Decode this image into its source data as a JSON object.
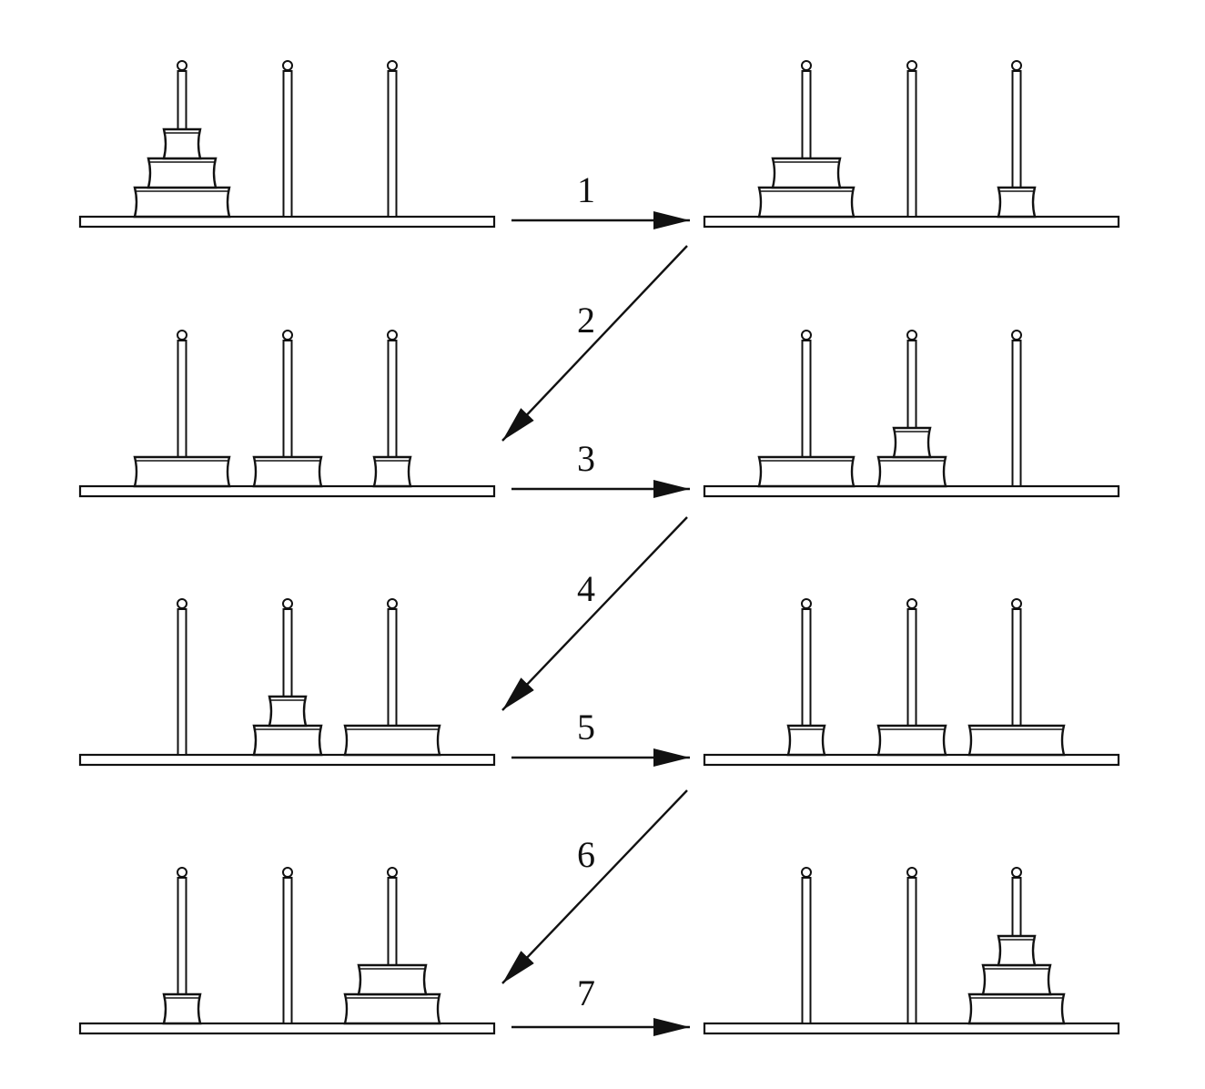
{
  "colors": {
    "ink": "#111111",
    "paper": "#ffffff"
  },
  "step_labels": [
    "1",
    "2",
    "3",
    "4",
    "5",
    "6",
    "7"
  ],
  "states": [
    {
      "pegs": [
        [
          "large",
          "medium",
          "small"
        ],
        [],
        []
      ]
    },
    {
      "pegs": [
        [
          "large",
          "medium"
        ],
        [],
        [
          "small"
        ]
      ]
    },
    {
      "pegs": [
        [
          "large"
        ],
        [
          "medium"
        ],
        [
          "small"
        ]
      ]
    },
    {
      "pegs": [
        [
          "large"
        ],
        [
          "medium",
          "small"
        ],
        []
      ]
    },
    {
      "pegs": [
        [],
        [
          "medium",
          "small"
        ],
        [
          "large"
        ]
      ]
    },
    {
      "pegs": [
        [
          "small"
        ],
        [
          "medium"
        ],
        [
          "large"
        ]
      ]
    },
    {
      "pegs": [
        [
          "small"
        ],
        [],
        [
          "large",
          "medium"
        ]
      ]
    },
    {
      "pegs": [
        [],
        [],
        [
          "large",
          "medium",
          "small"
        ]
      ]
    }
  ]
}
